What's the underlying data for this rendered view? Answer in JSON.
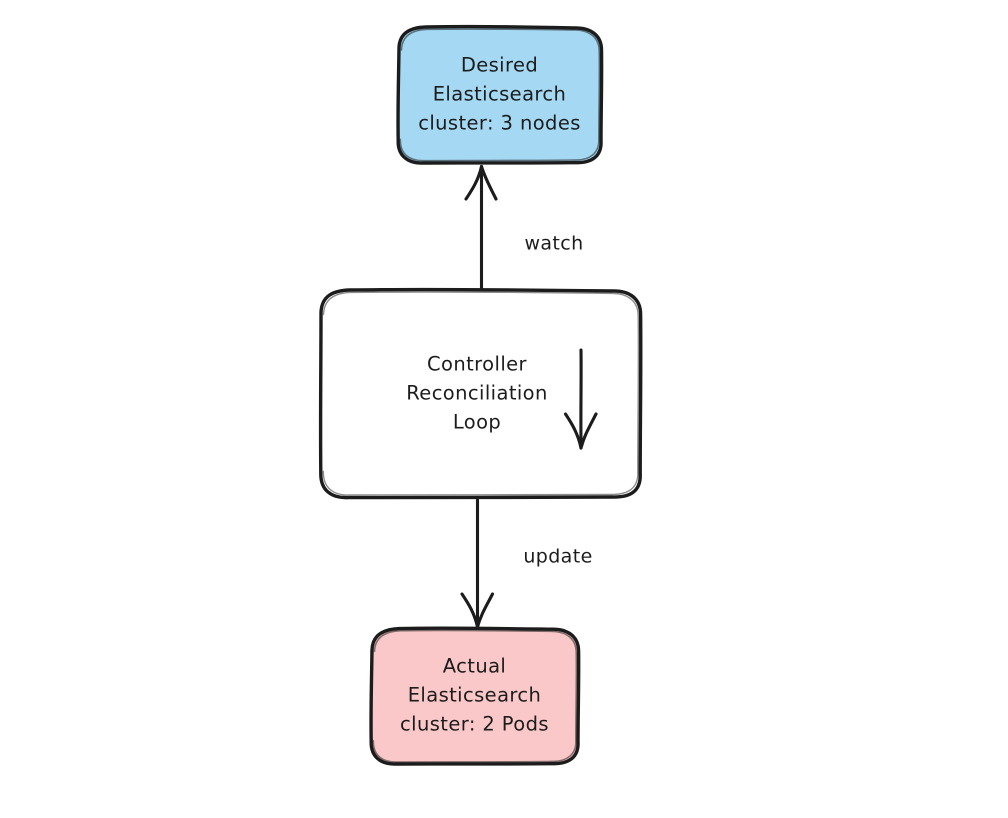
{
  "diagram": {
    "type": "flowchart",
    "style": "hand-drawn-sketch",
    "background_color": "#ffffff",
    "stroke_color": "#1c1c1c",
    "nodes": [
      {
        "id": "desired",
        "label_lines": [
          "Desired",
          "Elasticsearch",
          "cluster: 3 nodes"
        ],
        "line1": "Desired",
        "line2": "Elasticsearch",
        "line3": "cluster: 3 nodes",
        "fill_color": "#a5d8f3",
        "border_color": "#1c1c1c"
      },
      {
        "id": "controller",
        "label_lines": [
          "Controller",
          "Reconciliation",
          "Loop"
        ],
        "line1": "Controller",
        "line2": "Reconciliation",
        "line3": "Loop",
        "fill_color": "#ffffff",
        "border_color": "#1c1c1c"
      },
      {
        "id": "actual",
        "label_lines": [
          "Actual",
          "Elasticsearch",
          "cluster: 2 Pods"
        ],
        "line1": "Actual",
        "line2": "Elasticsearch",
        "line3": "cluster: 2 Pods",
        "fill_color": "#fac8c8",
        "border_color": "#1c1c1c"
      }
    ],
    "edges": [
      {
        "id": "watch-edge",
        "from": "controller",
        "to": "desired",
        "label": "watch",
        "direction": "up"
      },
      {
        "id": "update-edge",
        "from": "controller",
        "to": "actual",
        "label": "update",
        "direction": "down"
      }
    ],
    "decorations": [
      {
        "id": "loop-arrow",
        "description": "downward arrow inside controller node",
        "icon": "arrow-down-icon"
      }
    ]
  }
}
